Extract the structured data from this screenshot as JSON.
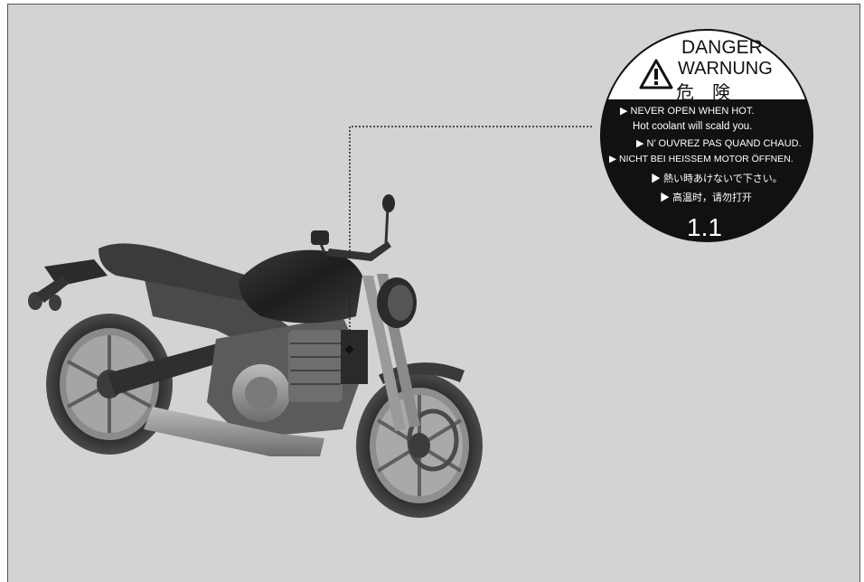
{
  "label": {
    "danger": "DANGER",
    "warnung": "WARNUNG",
    "kiken": "危　険",
    "line1": "▶ NEVER OPEN WHEN HOT.",
    "line2": "Hot coolant will scald you.",
    "line3": "▶ N’ OUVREZ PAS QUAND CHAUD.",
    "line4": "▶ NICHT BEI HEISSEM MOTOR ÖFFNEN.",
    "line5": "▶ 熱い時あけないで下さい。",
    "line6": "▶ 高温时，请勿打开",
    "pressure": "1.1"
  },
  "colors": {
    "background": "#d2d3d4",
    "label_dark": "#111111",
    "label_light": "#ffffff"
  },
  "icons": {
    "warning": "warning-triangle-icon",
    "bike": "motorcycle-illustration"
  }
}
